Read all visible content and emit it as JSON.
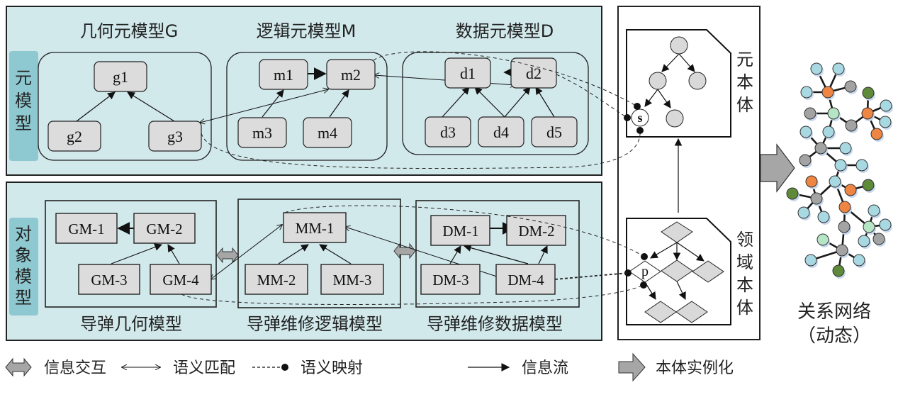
{
  "colors": {
    "panel_bg": "#d2e9ec",
    "side_label_bg": "#8ec8d0",
    "node_fill": "#dcdcdc",
    "arrow_gray": "#a6a6a6",
    "net_lightblue": "#a8d8e2",
    "net_orange": "#ef8543",
    "net_gray": "#a3a3a3",
    "net_lightgreen": "#b5e5c4",
    "net_darkgreen": "#5e8a3a"
  },
  "meta_panel": {
    "side_label": "元模型",
    "groups": [
      {
        "title": "几何元模型G",
        "nodes": [
          "g1",
          "g2",
          "g3"
        ]
      },
      {
        "title": "逻辑元模型M",
        "nodes": [
          "m1",
          "m2",
          "m3",
          "m4"
        ]
      },
      {
        "title": "数据元模型D",
        "nodes": [
          "d1",
          "d2",
          "d3",
          "d4",
          "d5"
        ]
      }
    ]
  },
  "object_panel": {
    "side_label": "对象模型",
    "groups": [
      {
        "title": "导弹几何模型",
        "nodes": [
          "GM-1",
          "GM-2",
          "GM-3",
          "GM-4"
        ]
      },
      {
        "title": "导弹维修逻辑模型",
        "nodes": [
          "MM-1",
          "MM-2",
          "MM-3"
        ]
      },
      {
        "title": "导弹维修数据模型",
        "nodes": [
          "DM-1",
          "DM-2",
          "DM-3",
          "DM-4"
        ]
      }
    ]
  },
  "ontology": {
    "meta_label": "元本体",
    "domain_label": "领域本体",
    "s_label": "s",
    "p_label": "p"
  },
  "network": {
    "title": "关系网络",
    "subtitle": "（动态）"
  },
  "legend": [
    {
      "icon": "double-block-arrow",
      "label": "信息交互"
    },
    {
      "icon": "double-line-arrow",
      "label": "语义匹配"
    },
    {
      "icon": "dashed-dot-line",
      "label": "语义映射"
    },
    {
      "icon": "solid-arrow",
      "label": "信息流"
    },
    {
      "icon": "block-arrow",
      "label": "本体实例化"
    }
  ]
}
